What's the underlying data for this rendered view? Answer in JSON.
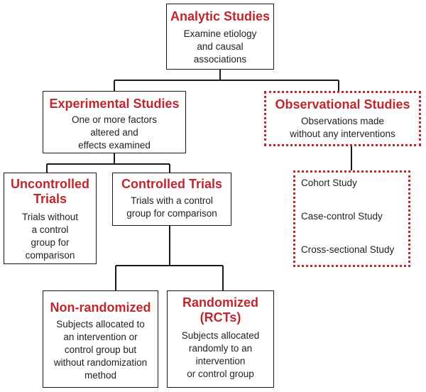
{
  "colors": {
    "title": "#c0262d",
    "text": "#222222",
    "line": "#1a1a1a",
    "dotted_border": "#c0262d"
  },
  "nodes": {
    "analytic": {
      "title": "Analytic Studies",
      "description": [
        "Examine etiology",
        "and causal",
        "associations"
      ]
    },
    "experimental": {
      "title": "Experimental Studies",
      "description": [
        "One or more factors",
        "altered and",
        "effects examined"
      ]
    },
    "observational": {
      "title": "Observational Studies",
      "description": [
        "Observations made",
        "without any interventions"
      ]
    },
    "uncontrolled": {
      "title": [
        "Uncontrolled",
        "Trials"
      ],
      "description": [
        "Trials without",
        "a control",
        "group for",
        "comparison"
      ]
    },
    "controlled": {
      "title": "Controlled Trials",
      "description": [
        "Trials with a control",
        "group for comparison"
      ]
    },
    "observational_types": {
      "items": [
        "Cohort Study",
        "Case-control Study",
        "Cross-sectional Study"
      ]
    },
    "nonrandomized": {
      "title": "Non-randomized",
      "description": [
        "Subjects allocated to",
        "an intervention or",
        "control group but",
        "without randomization",
        "method"
      ]
    },
    "randomized": {
      "title": [
        "Randomized",
        "(RCTs)"
      ],
      "description": [
        "Subjects allocated",
        "randomly to an",
        "intervention",
        "or control group"
      ]
    }
  }
}
